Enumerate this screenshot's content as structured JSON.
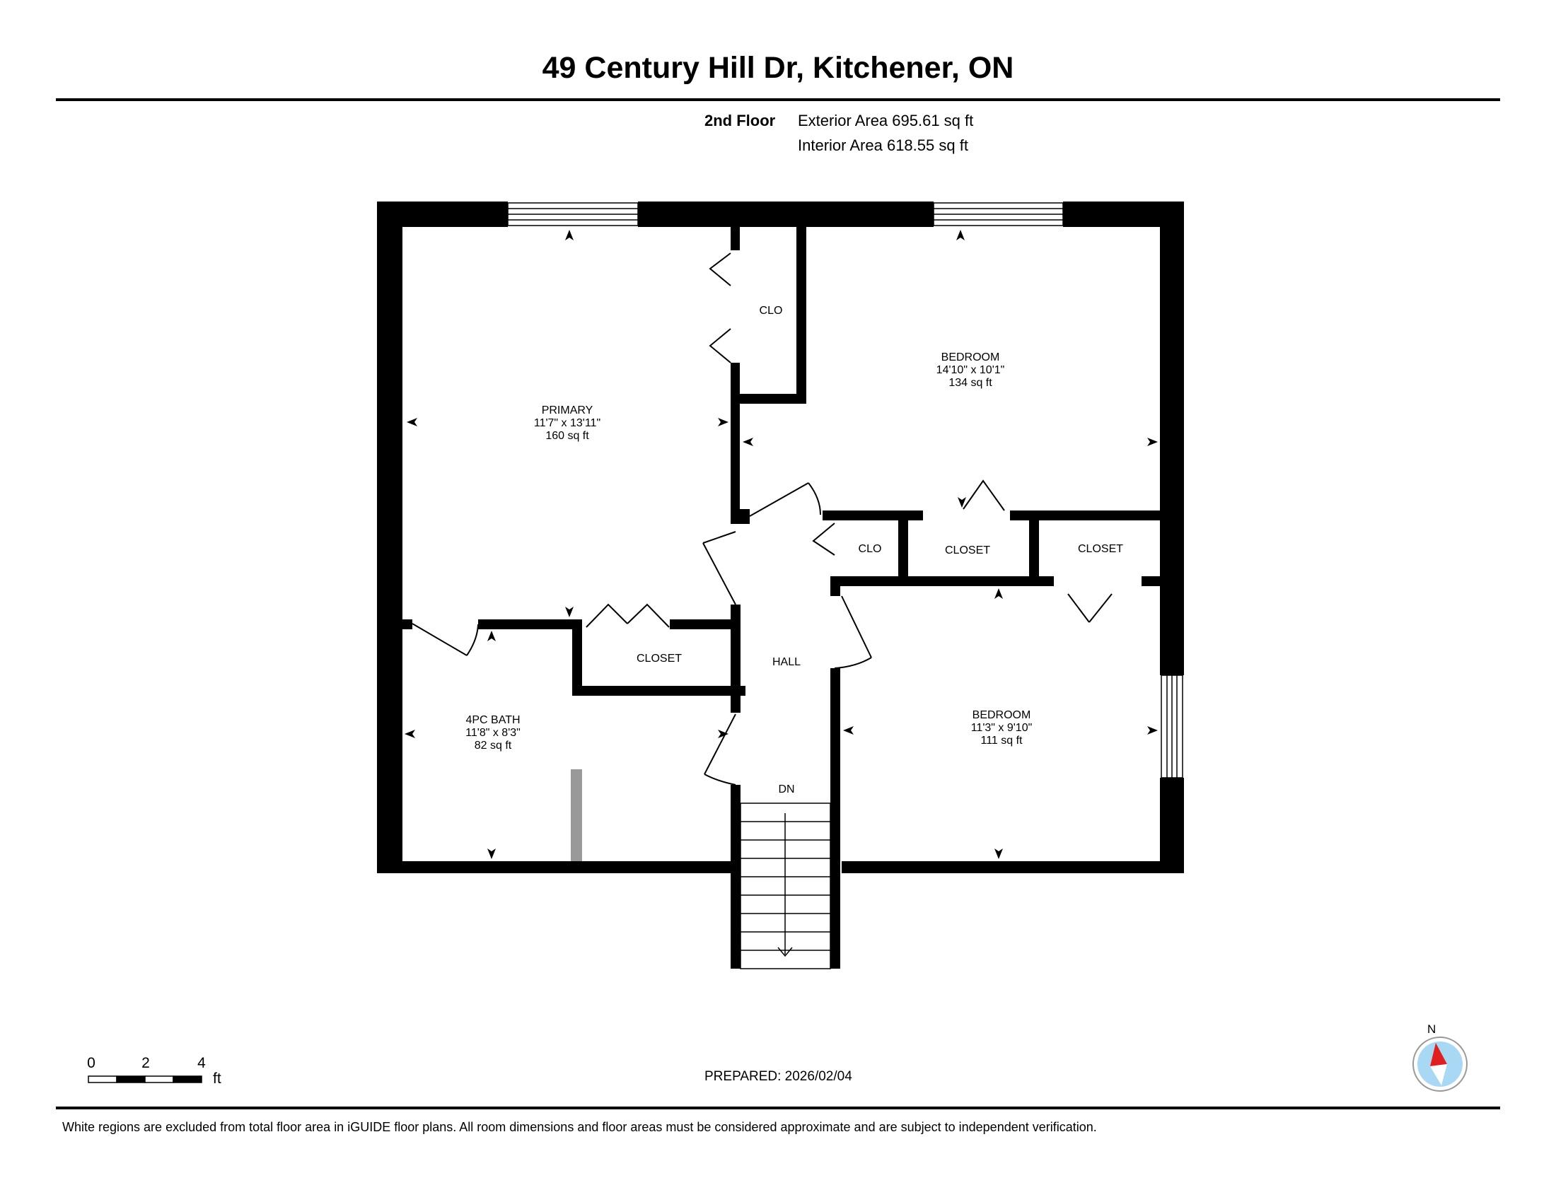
{
  "header": {
    "title": "49 Century Hill Dr, Kitchener, ON"
  },
  "floor_info": {
    "floor_name": "2nd Floor",
    "exterior_area": "Exterior Area 695.61 sq ft",
    "interior_area": "Interior Area 618.55 sq ft"
  },
  "rooms": {
    "primary": {
      "name": "PRIMARY",
      "dims": "11'7\" x 13'11\"",
      "area": "160 sq ft"
    },
    "bedroom_ne": {
      "name": "BEDROOM",
      "dims": "14'10\" x 10'1\"",
      "area": "134 sq ft"
    },
    "bedroom_se": {
      "name": "BEDROOM",
      "dims": "11'3\" x 9'10\"",
      "area": "111 sq ft"
    },
    "bath": {
      "name": "4PC BATH",
      "dims": "11'8\" x 8'3\"",
      "area": "82 sq ft"
    },
    "clo_top": {
      "name": "CLO"
    },
    "clo_small": {
      "name": "CLO"
    },
    "closet_mid": {
      "name": "CLOSET"
    },
    "closet_right": {
      "name": "CLOSET"
    },
    "closet_left": {
      "name": "CLOSET"
    },
    "hall": {
      "name": "HALL"
    },
    "stairs": {
      "name": "DN"
    }
  },
  "scale_bar": {
    "ticks": [
      "0",
      "2",
      "4"
    ],
    "unit": "ft"
  },
  "compass": {
    "label": "N",
    "needle_color": "#e02020",
    "dial_color": "#a9d8f5"
  },
  "footer": {
    "prepared": "PREPARED: 2026/02/04",
    "disclaimer": "White regions are excluded from total floor area in iGUIDE floor plans. All room dimensions and floor areas must be considered approximate and are subject to independent verification."
  },
  "colors": {
    "wall": "#000000",
    "partition": "#999999"
  }
}
